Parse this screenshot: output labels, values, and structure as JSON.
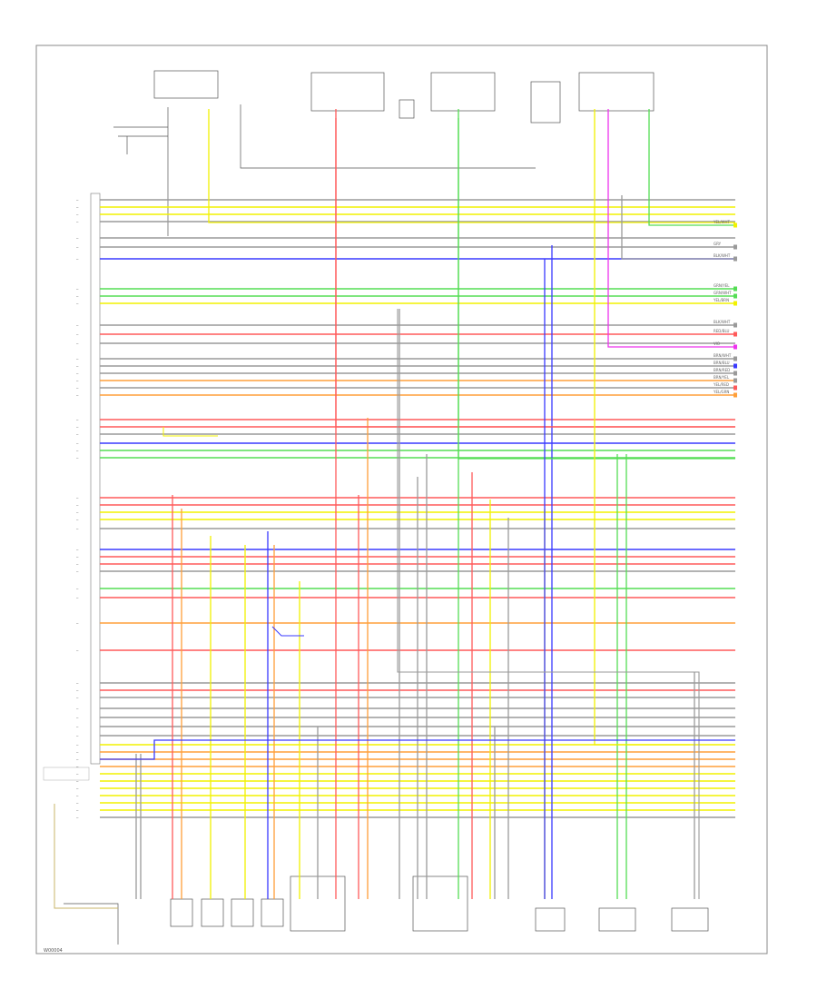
{
  "diagram_id": "W00004",
  "colors": {
    "yellow": "#f2f200",
    "red": "#ff5a5a",
    "blue": "#3a3aff",
    "green": "#55dd55",
    "magenta": "#ee33ee",
    "orange": "#ff9f3a",
    "gray": "#9a9a9a",
    "black": "#222222",
    "tan": "#c8b46a"
  },
  "legend_wires": [
    {
      "color": "yellow",
      "code": "YEL/WHT"
    },
    {
      "color": "gray",
      "code": "GRY"
    },
    {
      "color": "gray",
      "code": "BLK/WHT"
    },
    {
      "color": "green",
      "code": "GRN/YEL"
    },
    {
      "color": "green",
      "code": "GRN/WHT"
    },
    {
      "color": "yellow",
      "code": "YEL/BRN"
    },
    {
      "color": "gray",
      "code": "BLK/WHT"
    },
    {
      "color": "red",
      "code": "RED/BLU"
    },
    {
      "color": "magenta",
      "code": "VIO"
    },
    {
      "color": "gray",
      "code": "BRN/WHT"
    },
    {
      "color": "blue",
      "code": "BRN/BLU"
    },
    {
      "color": "gray",
      "code": "BRN/RED"
    },
    {
      "color": "gray",
      "code": "BRN/YEL"
    },
    {
      "color": "red",
      "code": "YEL/RED"
    },
    {
      "color": "orange",
      "code": "YEL/GRN"
    }
  ]
}
